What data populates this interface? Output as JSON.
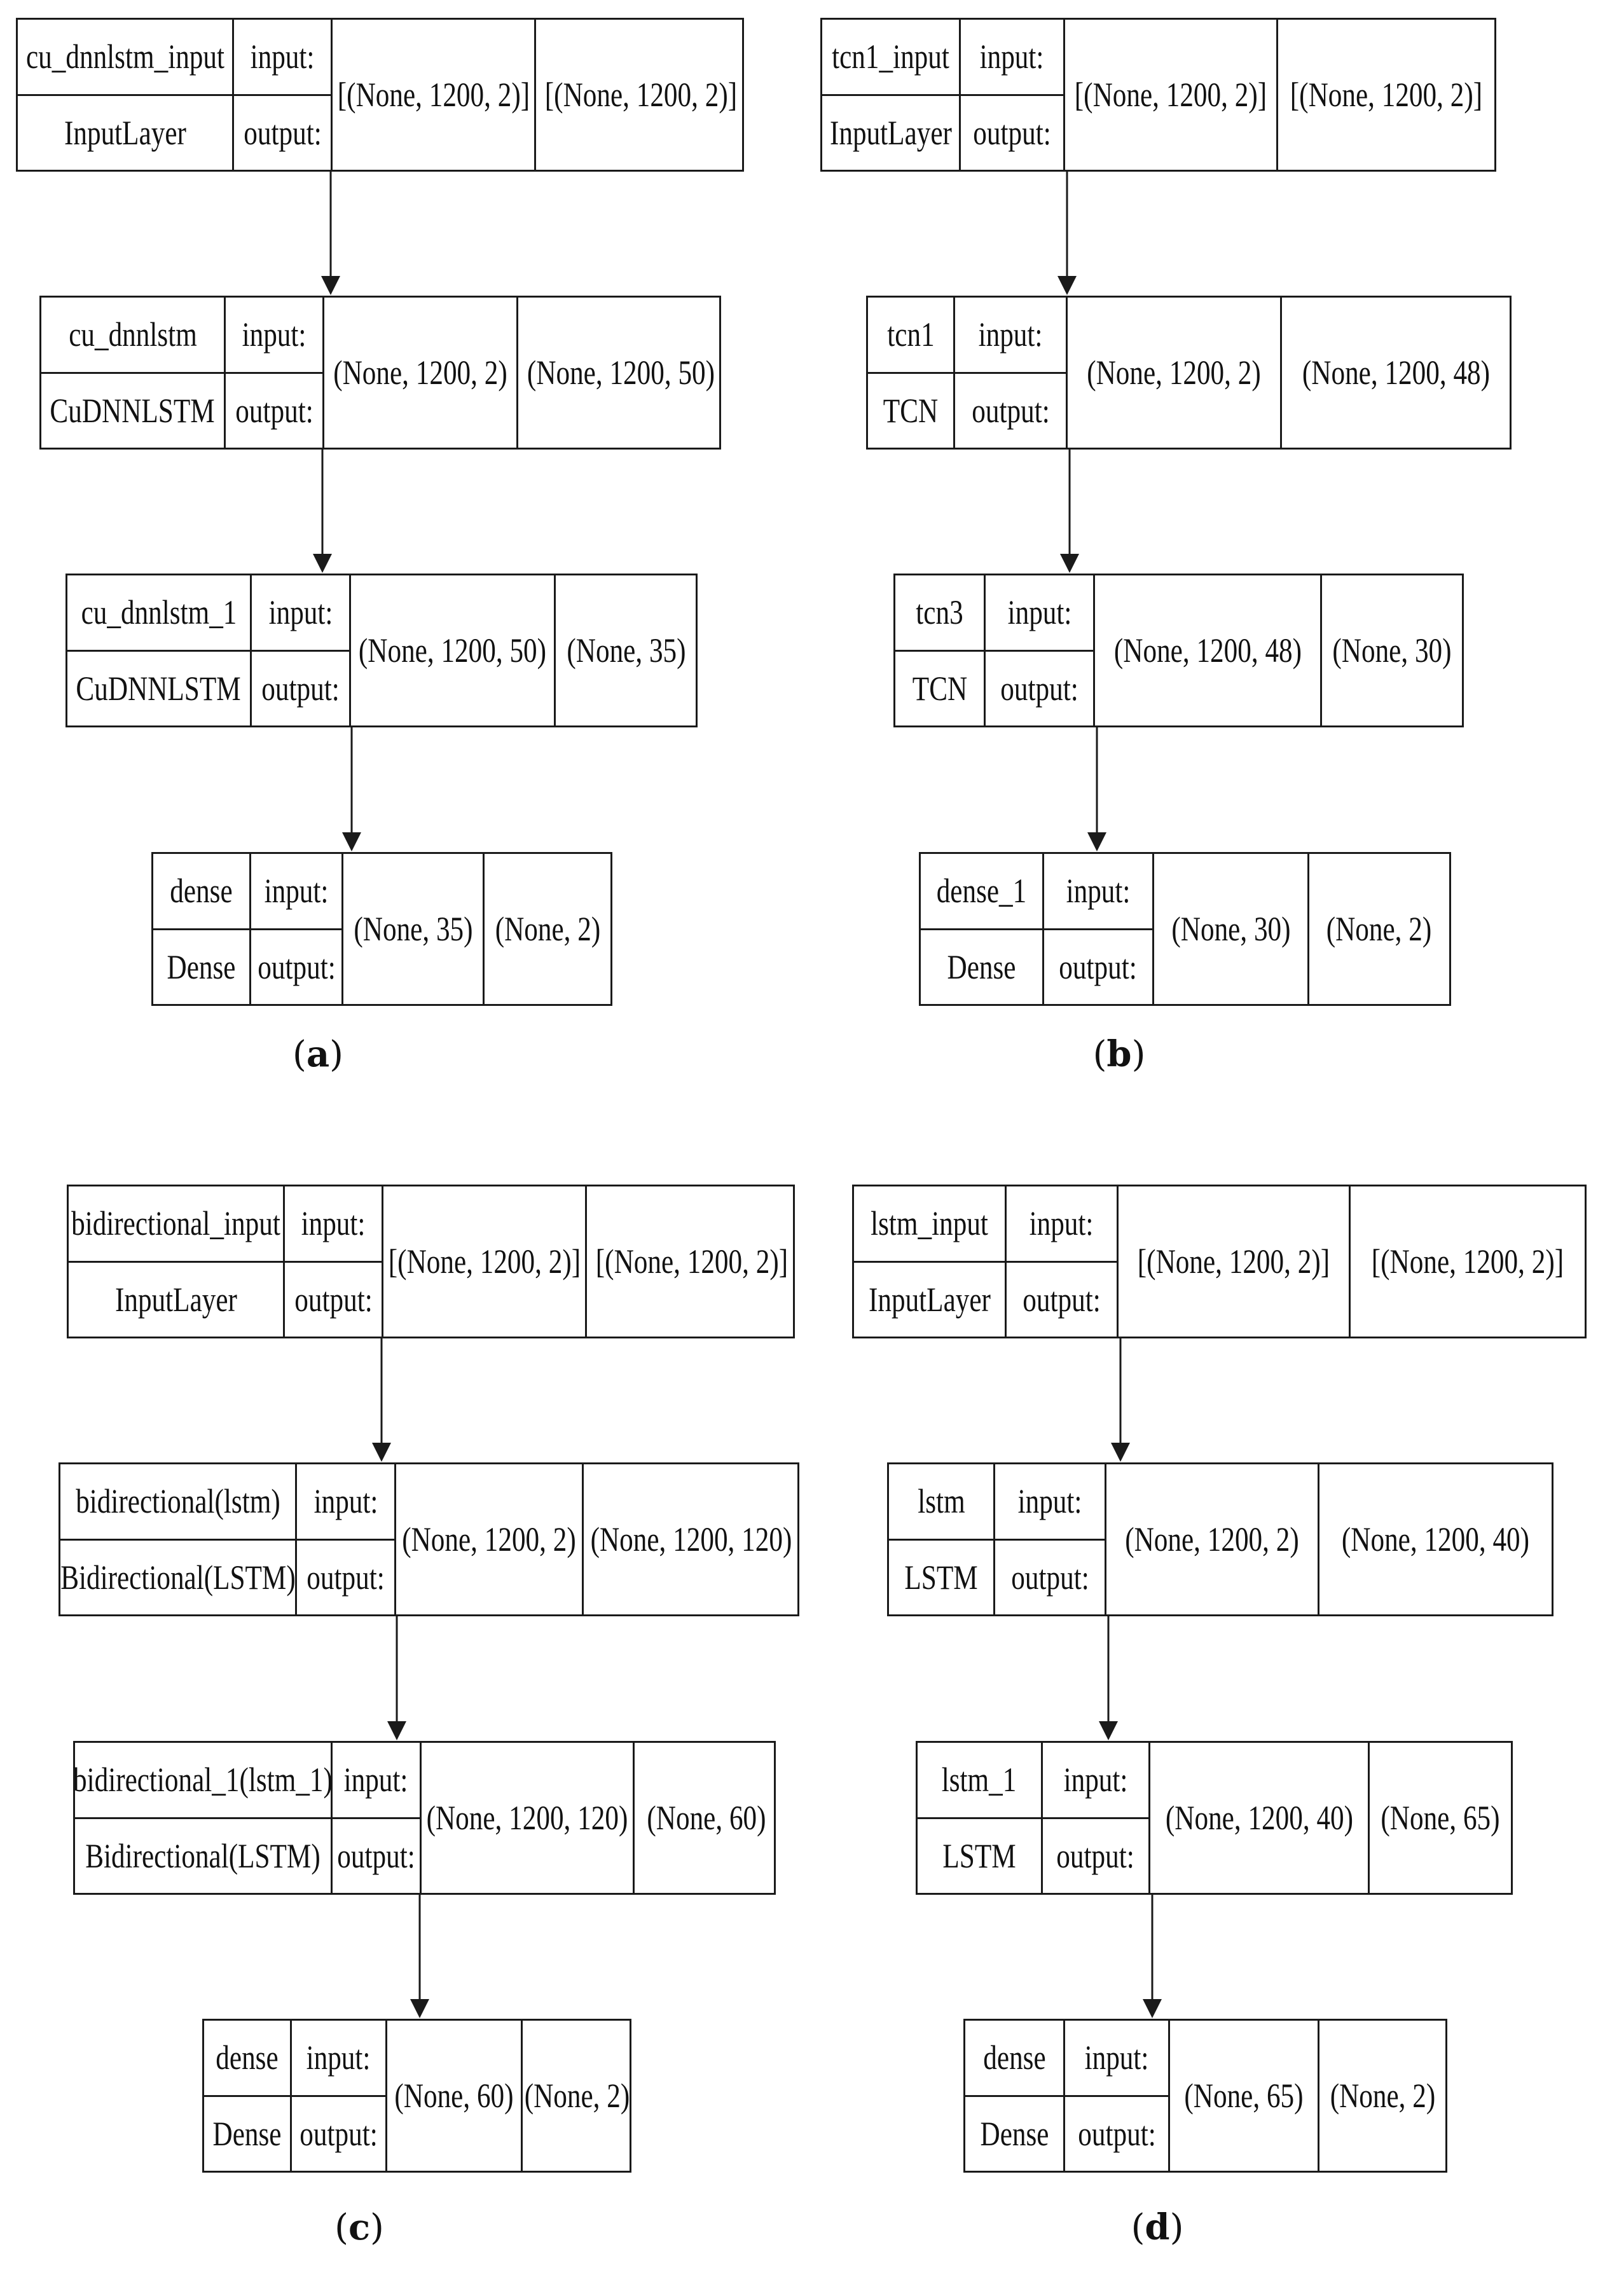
{
  "panels": [
    {
      "caption": "a",
      "layers": [
        {
          "name": "cu_dnnlstm_input",
          "type": "InputLayer",
          "input": "[(None, 1200, 2)]",
          "output": "[(None, 1200, 2)]"
        },
        {
          "name": "cu_dnnlstm",
          "type": "CuDNNLSTM",
          "input": "(None, 1200, 2)",
          "output": "(None, 1200, 50)"
        },
        {
          "name": "cu_dnnlstm_1",
          "type": "CuDNNLSTM",
          "input": "(None, 1200, 50)",
          "output": "(None, 35)"
        },
        {
          "name": "dense",
          "type": "Dense",
          "input": "(None, 35)",
          "output": "(None, 2)"
        }
      ]
    },
    {
      "caption": "b",
      "layers": [
        {
          "name": "tcn1_input",
          "type": "InputLayer",
          "input": "[(None, 1200, 2)]",
          "output": "[(None, 1200, 2)]"
        },
        {
          "name": "tcn1",
          "type": "TCN",
          "input": "(None, 1200, 2)",
          "output": "(None, 1200, 48)"
        },
        {
          "name": "tcn3",
          "type": "TCN",
          "input": "(None, 1200, 48)",
          "output": "(None, 30)"
        },
        {
          "name": "dense_1",
          "type": "Dense",
          "input": "(None, 30)",
          "output": "(None, 2)"
        }
      ]
    },
    {
      "caption": "c",
      "layers": [
        {
          "name": "bidirectional_input",
          "type": "InputLayer",
          "input": "[(None, 1200, 2)]",
          "output": "[(None, 1200, 2)]"
        },
        {
          "name": "bidirectional(lstm)",
          "type": "Bidirectional(LSTM)",
          "input": "(None, 1200, 2)",
          "output": "(None, 1200, 120)"
        },
        {
          "name": "bidirectional_1(lstm_1)",
          "type": "Bidirectional(LSTM)",
          "input": "(None, 1200, 120)",
          "output": "(None, 60)"
        },
        {
          "name": "dense",
          "type": "Dense",
          "input": "(None, 60)",
          "output": "(None, 2)"
        }
      ]
    },
    {
      "caption": "d",
      "layers": [
        {
          "name": "lstm_input",
          "type": "InputLayer",
          "input": "[(None, 1200, 2)]",
          "output": "[(None, 1200, 2)]"
        },
        {
          "name": "lstm",
          "type": "LSTM",
          "input": "(None, 1200, 2)",
          "output": "(None, 1200, 40)"
        },
        {
          "name": "lstm_1",
          "type": "LSTM",
          "input": "(None, 1200, 40)",
          "output": "(None, 65)"
        },
        {
          "name": "dense",
          "type": "Dense",
          "input": "(None, 65)",
          "output": "(None, 2)"
        }
      ]
    }
  ],
  "labels": {
    "input": "input:",
    "output": "output:"
  }
}
